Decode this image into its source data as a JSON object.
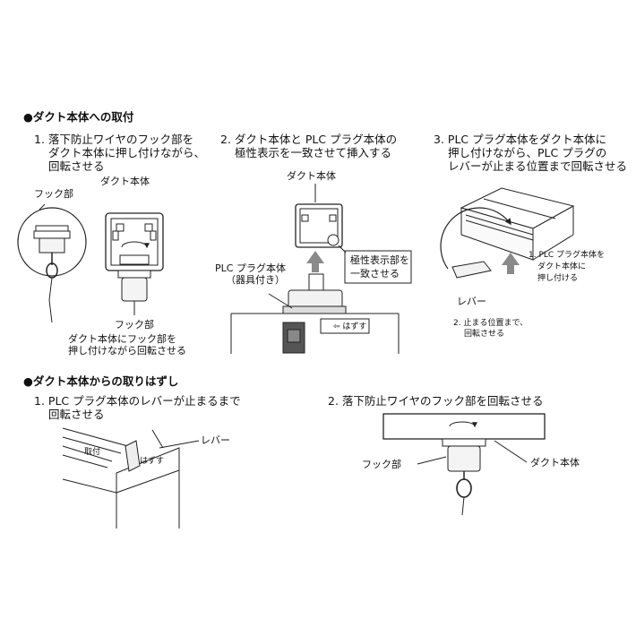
{
  "sections": {
    "install_title": "●ダクト本体への取付",
    "remove_title": "●ダクト本体からの取りはずし"
  },
  "install": {
    "step1": {
      "line1": "1. 落下防止ワイヤのフック部を",
      "line2": "ダクト本体に押し付けながら、",
      "line3": "回転させる",
      "hook_label_top": "フック部",
      "duct_label": "ダクト本体",
      "hook_label_bottom": "フック部",
      "note1": "ダクト本体にフック部を",
      "note2": "押し付けながら回転させる"
    },
    "step2": {
      "line1": "2. ダクト本体と PLC プラグ本体の",
      "line2": "極性表示を一致させて挿入する",
      "duct_label": "ダクト本体",
      "plug_label1": "PLC プラグ本体",
      "plug_label2": "（器具付き）",
      "polarity1": "極性表示部を",
      "polarity2": "一致させる",
      "remove_tag": "はずす"
    },
    "step3": {
      "line1": "3. PLC プラグ本体をダクト本体に",
      "line2": "押し付けながら、PLC プラグの",
      "line3": "レバーが止まる位置まで回転させる",
      "push1": "1. PLC プラグ本体を",
      "push2": "ダクト本体に",
      "push3": "押し付ける",
      "lever_label": "レバー",
      "rotate1": "2. 止まる位置まで、",
      "rotate2": "回転させる"
    }
  },
  "remove": {
    "step1": {
      "line1": "1. PLC プラグ本体のレバーが止まるまで",
      "line2": "回転させる",
      "lever_label": "レバー",
      "mark1": "はずす",
      "mark2": "取付"
    },
    "step2": {
      "line1": "2. 落下防止ワイヤのフック部を回転させる",
      "hook_label": "フック部",
      "duct_label": "ダクト本体"
    }
  },
  "colors": {
    "line": "#222222",
    "arrow_gray": "#8a8a8a",
    "duct_gray": "#e6e6e6"
  }
}
